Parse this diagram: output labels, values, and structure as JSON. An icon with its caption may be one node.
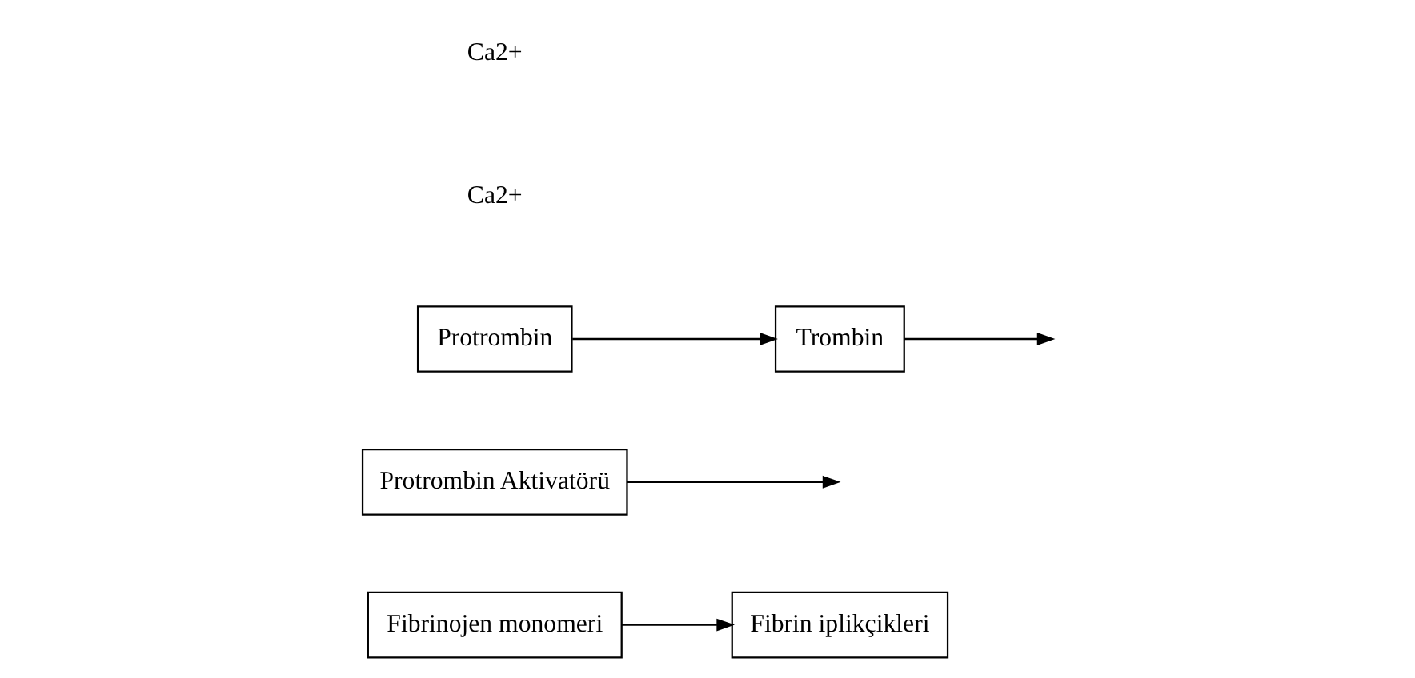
{
  "diagram": {
    "nodes": [
      {
        "text": [
          "Fibrinojen monomeri"
        ]
      },
      {
        "text": [
          "Protrombin Aktivatörü"
        ]
      },
      {
        "text": [
          "Protrombin"
        ]
      },
      {
        "text": [
          "Trombin"
        ]
      },
      {
        "text": [
          "Fibrin iplikçikleri"
        ]
      }
    ],
    "edges": [
      {
        "from": 1,
        "to": null,
        "arrow": "to"
      },
      {
        "from": 2,
        "to": 3,
        "arrow": "to"
      },
      {
        "from": 3,
        "to": null,
        "arrow": "to"
      },
      {
        "from": 0,
        "to": 4,
        "arrow": "to"
      }
    ],
    "labels": [
      "Ca2+",
      "Ca2+"
    ]
  }
}
